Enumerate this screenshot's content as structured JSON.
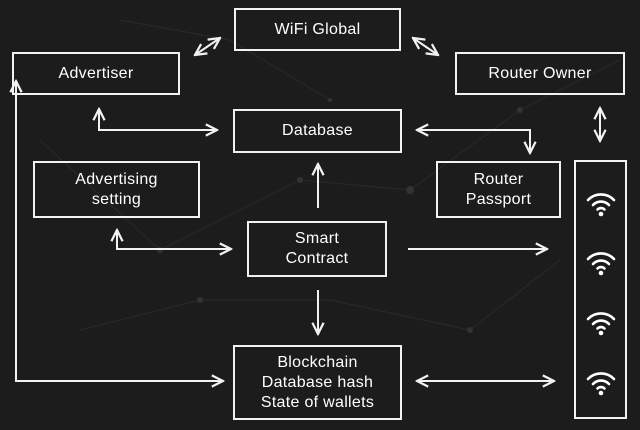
{
  "colors": {
    "background": "#1c1c1c",
    "stroke": "#f2f2f2"
  },
  "nodes": {
    "wifi_global": "WiFi Global",
    "advertiser": "Advertiser",
    "router_owner": "Router Owner",
    "database": "Database",
    "advertising_setting": "Advertising\nsetting",
    "router_passport": "Router\nPassport",
    "smart_contract": "Smart\nContract",
    "blockchain": "Blockchain\nDatabase hash\nState of wallets"
  },
  "icons": [
    "wifi-icon",
    "wifi-icon",
    "wifi-icon",
    "wifi-icon"
  ]
}
